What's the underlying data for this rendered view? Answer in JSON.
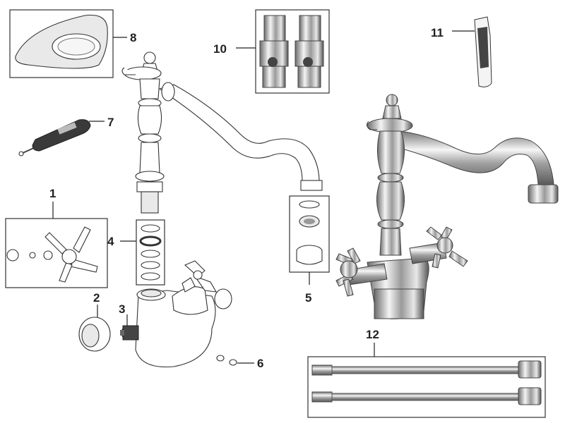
{
  "callouts": {
    "c1": "1",
    "c2": "2",
    "c3": "3",
    "c4": "4",
    "c5": "5",
    "c6": "6",
    "c7": "7",
    "c8": "8",
    "c10": "10",
    "c11": "11",
    "c12": "12"
  }
}
